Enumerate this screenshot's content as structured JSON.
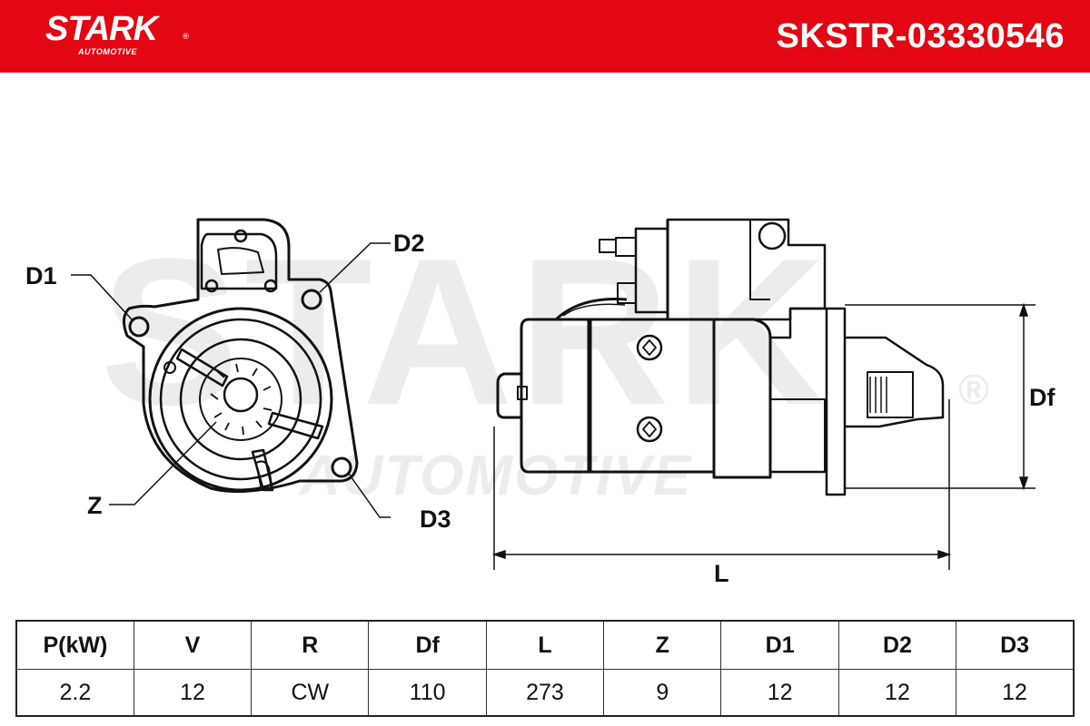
{
  "header": {
    "brand": "STARK",
    "brand_sub": "AUTOMOTIVE",
    "brand_reg": "®",
    "part_number": "SKSTR-03330546",
    "background_color": "#e30613"
  },
  "watermark": {
    "brand": "STARK",
    "sub": "AUTOMOTIVE",
    "reg": "®"
  },
  "drawing": {
    "labels": {
      "d1": "D1",
      "d2": "D2",
      "d3": "D3",
      "z": "Z",
      "df": "Df",
      "l": "L"
    }
  },
  "spec_table": {
    "headers": [
      "P(kW)",
      "V",
      "R",
      "Df",
      "L",
      "Z",
      "D1",
      "D2",
      "D3"
    ],
    "values": [
      "2.2",
      "12",
      "CW",
      "110",
      "273",
      "9",
      "12",
      "12",
      "12"
    ]
  }
}
